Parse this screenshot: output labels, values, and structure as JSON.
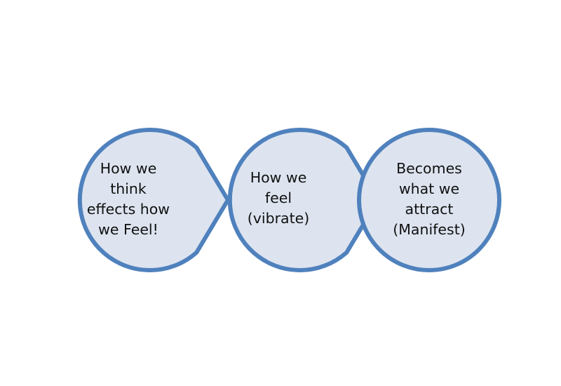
{
  "colors": {
    "background": "#ffffff",
    "circle_fill": "#dde4ef",
    "circle_stroke": "#4f81bd",
    "text": "#111111"
  },
  "nodes": [
    {
      "lines": [
        "How we",
        "think",
        "effects how",
        "we Feel!"
      ]
    },
    {
      "lines": [
        "How we",
        "feel",
        "(vibrate)"
      ]
    },
    {
      "lines": [
        "Becomes",
        "what we",
        "attract",
        "(Manifest)"
      ]
    }
  ]
}
